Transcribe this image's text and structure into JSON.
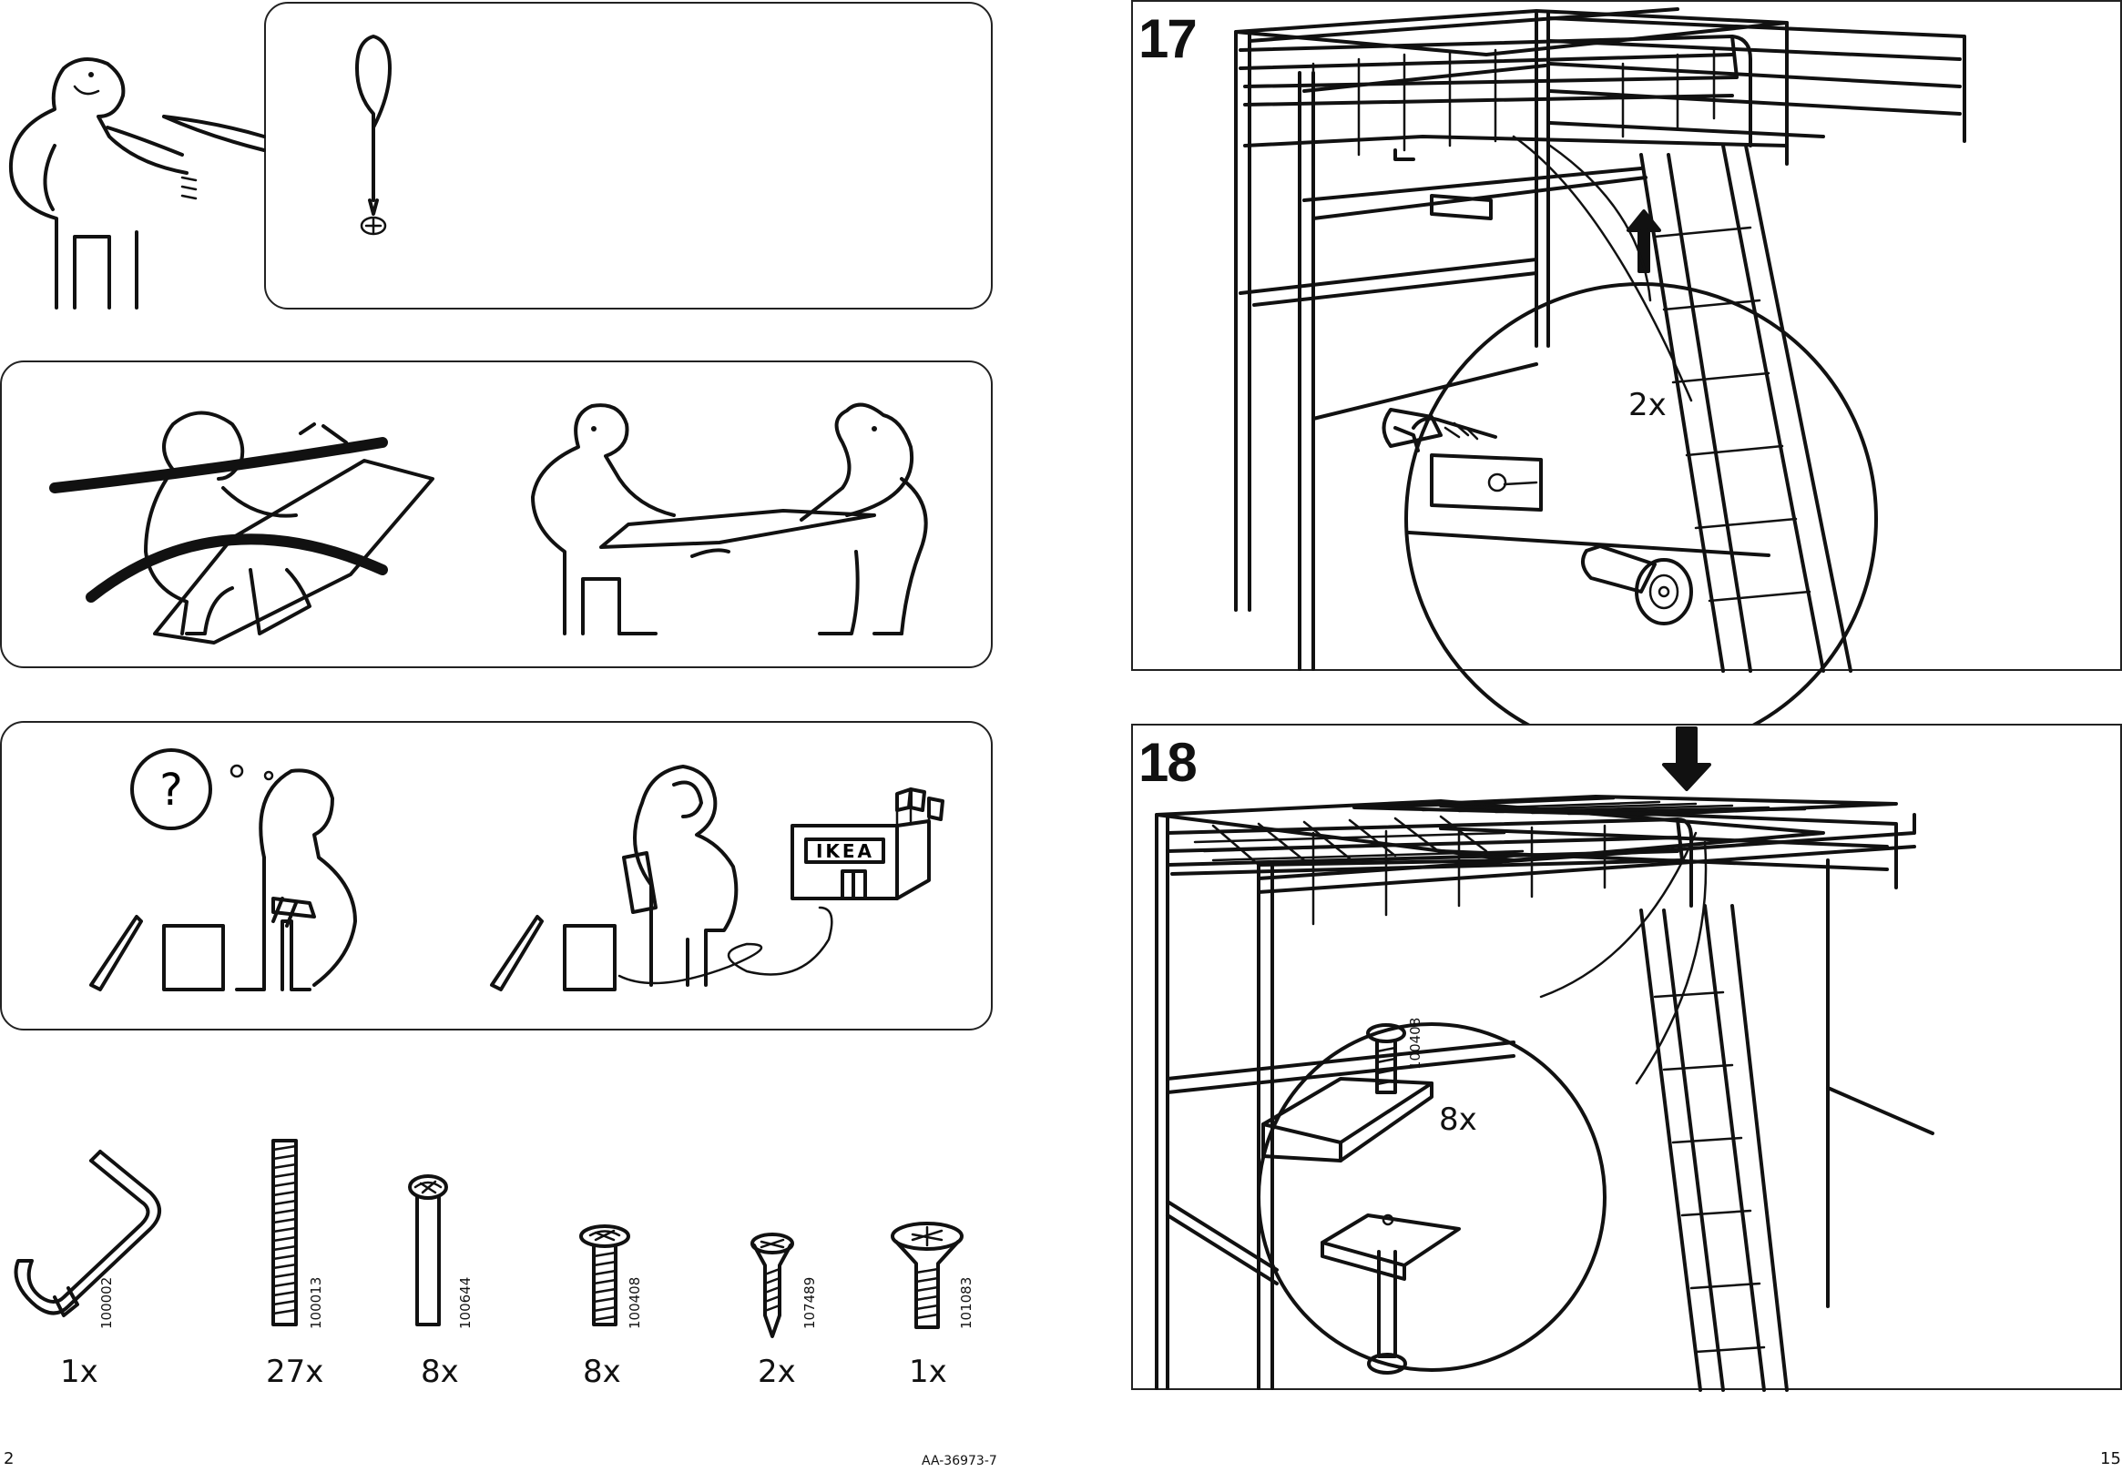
{
  "left_page": {
    "panels": {
      "tools": {
        "tool_icon": "phillips-screwdriver-icon"
      },
      "two_person": {
        "icon": "two-person-carry-icon"
      },
      "help": {
        "question_mark": "?",
        "store_sign": "IKEA"
      }
    },
    "parts": [
      {
        "name": "allen-key",
        "part_no": "100002",
        "qty": "1x"
      },
      {
        "name": "threaded-rod",
        "part_no": "100013",
        "qty": "27x"
      },
      {
        "name": "long-bolt",
        "part_no": "100644",
        "qty": "8x"
      },
      {
        "name": "short-bolt",
        "part_no": "100408",
        "qty": "8x"
      },
      {
        "name": "wood-screw",
        "part_no": "107489",
        "qty": "2x"
      },
      {
        "name": "countersunk-screw",
        "part_no": "101083",
        "qty": "1x"
      }
    ]
  },
  "right_page": {
    "step17": {
      "number": "17",
      "detail_qty": "2x"
    },
    "step18": {
      "number": "18",
      "detail_qty": "8x",
      "detail_part_no": "100408"
    }
  },
  "footer": {
    "left_page_number": "2",
    "doc_code": "AA-36973-7",
    "right_page_number": "15"
  }
}
